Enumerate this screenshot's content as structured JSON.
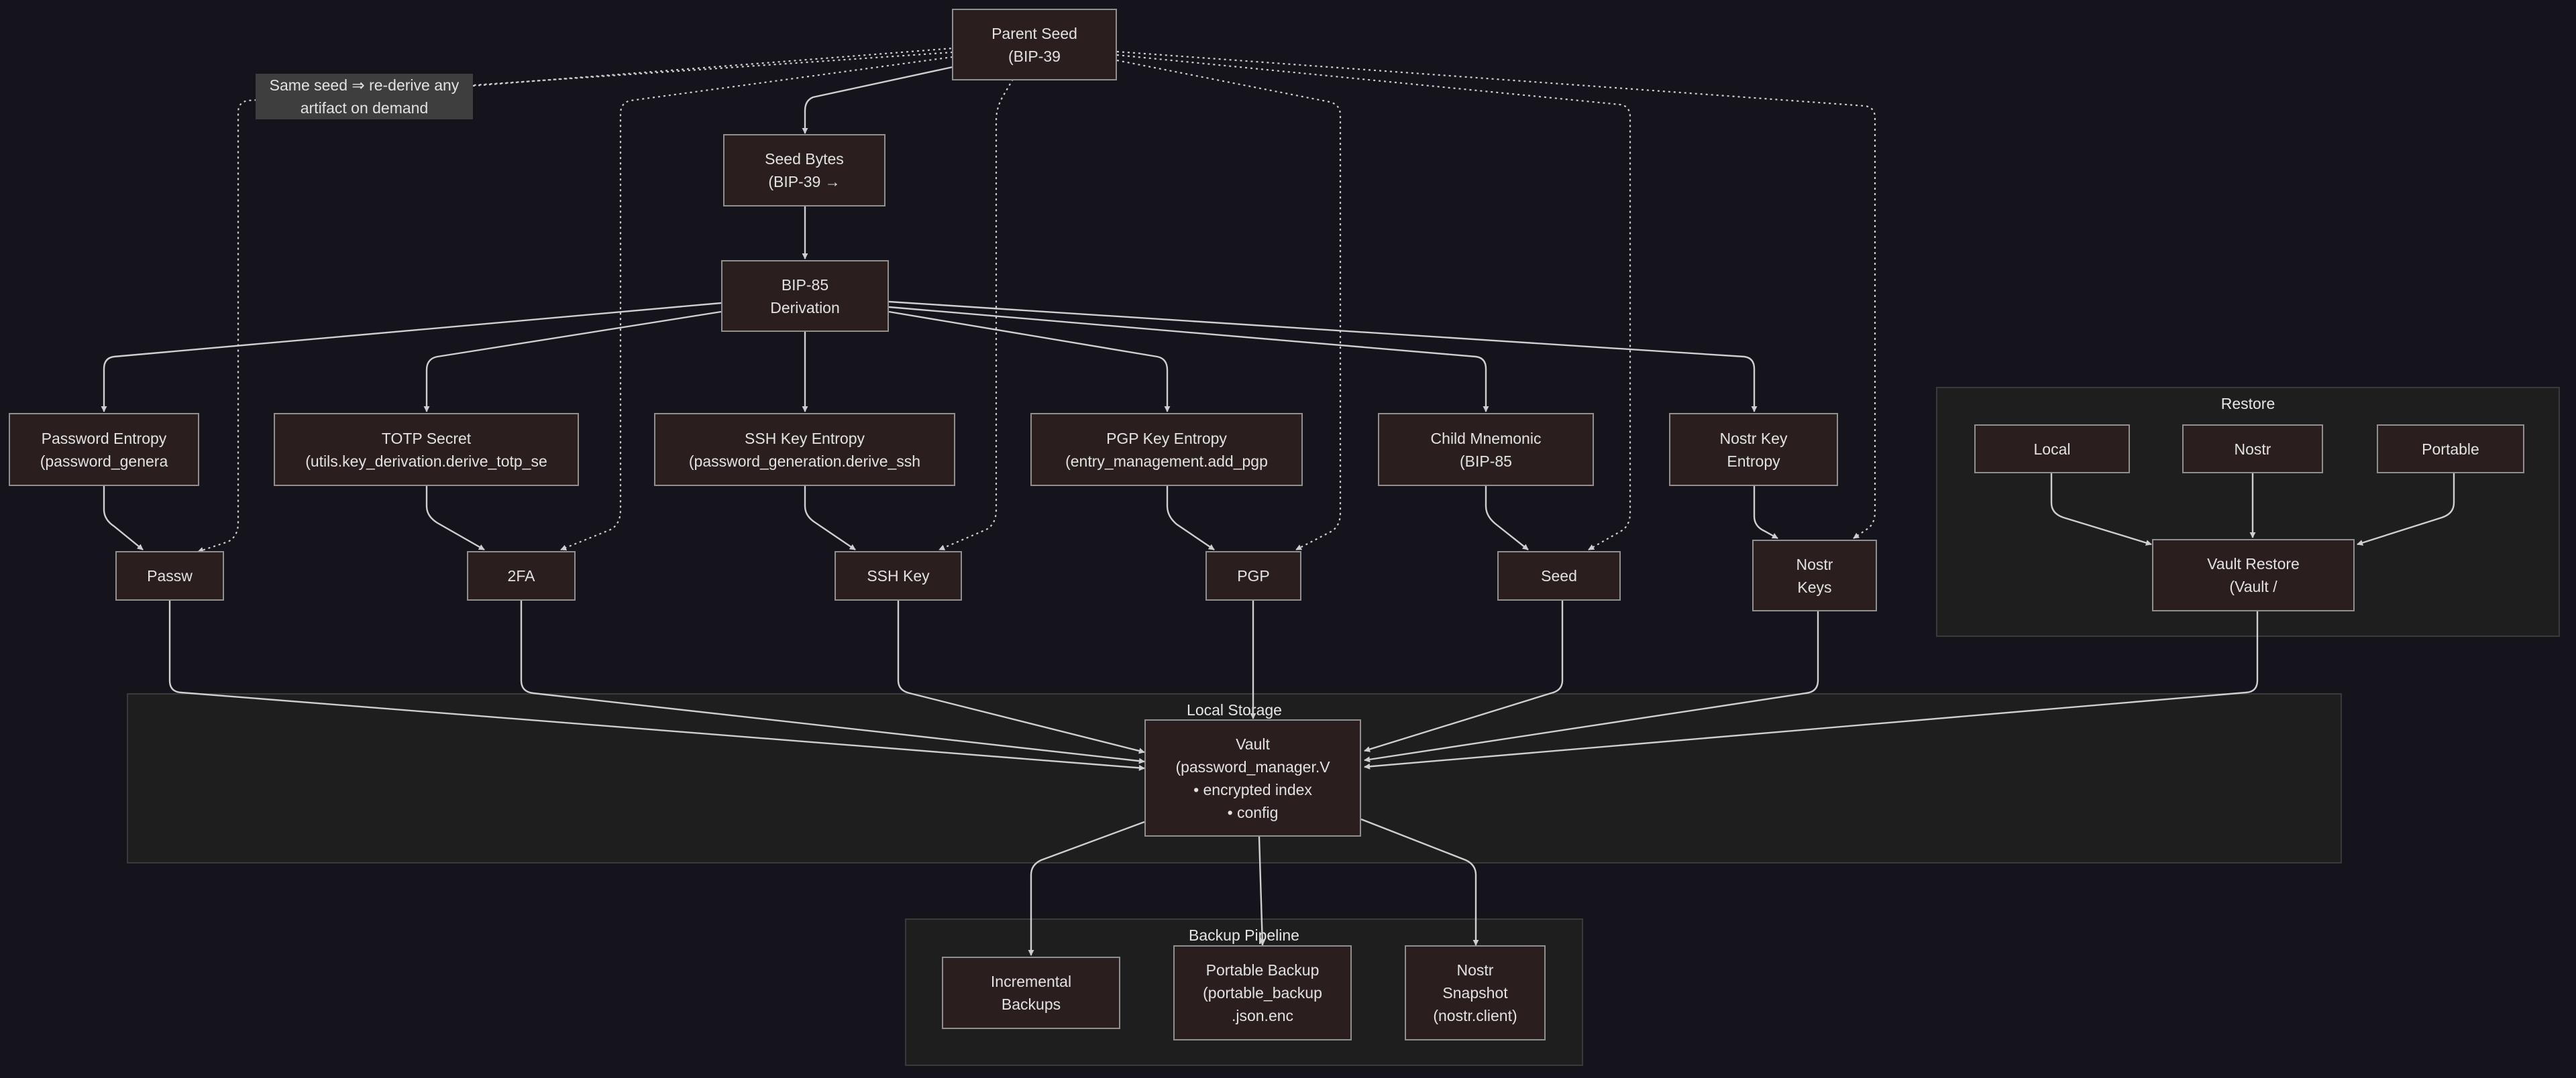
{
  "nodes": {
    "parent_seed": [
      "Parent Seed",
      "(BIP-39"
    ],
    "note": [
      "Same seed ⇒ re-derive any",
      "artifact on demand"
    ],
    "seed_bytes": [
      "Seed Bytes",
      "(BIP-39 →"
    ],
    "bip85": [
      "BIP-85",
      "Derivation"
    ],
    "password_entropy": [
      "Password Entropy",
      "(password_genera"
    ],
    "totp_secret": [
      "TOTP Secret",
      "(utils.key_derivation.derive_totp_se"
    ],
    "ssh_entropy": [
      "SSH Key Entropy",
      "(password_generation.derive_ssh"
    ],
    "pgp_entropy": [
      "PGP Key Entropy",
      "(entry_management.add_pgp"
    ],
    "child_mnemonic": [
      "Child Mnemonic",
      "(BIP-85"
    ],
    "nostr_entropy": [
      "Nostr Key",
      "Entropy"
    ],
    "password": [
      "Passw"
    ],
    "twofa": [
      "2FA"
    ],
    "ssh_key": [
      "SSH Key"
    ],
    "pgp": [
      "PGP"
    ],
    "seed": [
      "Seed"
    ],
    "nostr_keys": [
      "Nostr",
      "Keys"
    ],
    "vault": [
      "Vault",
      "(password_manager.V",
      "• encrypted index",
      "• config"
    ],
    "restore_local": [
      "Local"
    ],
    "restore_nostr": [
      "Nostr"
    ],
    "restore_portable": [
      "Portable"
    ],
    "vault_restore": [
      "Vault Restore",
      "(Vault /"
    ],
    "incremental": [
      "Incremental",
      "Backups"
    ],
    "portable_backup": [
      "Portable Backup",
      "(portable_backup",
      ".json.enc"
    ],
    "nostr_snapshot": [
      "Nostr",
      "Snapshot",
      "(nostr.client)"
    ]
  },
  "clusters": {
    "restore": "Restore",
    "local_storage": "Local Storage",
    "backup_pipeline": "Backup Pipeline"
  },
  "colors": {
    "background": "#15141d",
    "node_fill": "#2a1f1e",
    "node_border": "#8f8f8f",
    "cluster_fill": "#1e1e1e",
    "edge": "#cfcfcf",
    "note_fill": "#3e3e3e"
  },
  "edges": [
    {
      "from": "parent_seed",
      "to": "seed_bytes",
      "style": "solid"
    },
    {
      "from": "seed_bytes",
      "to": "bip85",
      "style": "solid"
    },
    {
      "from": "bip85",
      "to": "password_entropy",
      "style": "solid"
    },
    {
      "from": "bip85",
      "to": "totp_secret",
      "style": "solid"
    },
    {
      "from": "bip85",
      "to": "ssh_entropy",
      "style": "solid"
    },
    {
      "from": "bip85",
      "to": "pgp_entropy",
      "style": "solid"
    },
    {
      "from": "bip85",
      "to": "child_mnemonic",
      "style": "solid"
    },
    {
      "from": "bip85",
      "to": "nostr_entropy",
      "style": "solid"
    },
    {
      "from": "password_entropy",
      "to": "password",
      "style": "solid"
    },
    {
      "from": "totp_secret",
      "to": "twofa",
      "style": "solid"
    },
    {
      "from": "ssh_entropy",
      "to": "ssh_key",
      "style": "solid"
    },
    {
      "from": "pgp_entropy",
      "to": "pgp",
      "style": "solid"
    },
    {
      "from": "child_mnemonic",
      "to": "seed",
      "style": "solid"
    },
    {
      "from": "nostr_entropy",
      "to": "nostr_keys",
      "style": "solid"
    },
    {
      "from": "parent_seed",
      "to": "password",
      "style": "dotted"
    },
    {
      "from": "parent_seed",
      "to": "twofa",
      "style": "dotted"
    },
    {
      "from": "parent_seed",
      "to": "ssh_key",
      "style": "dotted"
    },
    {
      "from": "parent_seed",
      "to": "pgp",
      "style": "dotted"
    },
    {
      "from": "parent_seed",
      "to": "seed",
      "style": "dotted"
    },
    {
      "from": "parent_seed",
      "to": "nostr_keys",
      "style": "dotted"
    },
    {
      "from": "note",
      "to": "parent_seed",
      "style": "dotted"
    },
    {
      "from": "password",
      "to": "vault",
      "style": "solid"
    },
    {
      "from": "twofa",
      "to": "vault",
      "style": "solid"
    },
    {
      "from": "ssh_key",
      "to": "vault",
      "style": "solid"
    },
    {
      "from": "pgp",
      "to": "vault",
      "style": "solid"
    },
    {
      "from": "seed",
      "to": "vault",
      "style": "solid"
    },
    {
      "from": "nostr_keys",
      "to": "vault",
      "style": "solid"
    },
    {
      "from": "vault_restore",
      "to": "vault",
      "style": "solid"
    },
    {
      "from": "restore_local",
      "to": "vault_restore",
      "style": "solid"
    },
    {
      "from": "restore_nostr",
      "to": "vault_restore",
      "style": "solid"
    },
    {
      "from": "restore_portable",
      "to": "vault_restore",
      "style": "solid"
    },
    {
      "from": "vault",
      "to": "incremental",
      "style": "solid"
    },
    {
      "from": "vault",
      "to": "portable_backup",
      "style": "solid"
    },
    {
      "from": "vault",
      "to": "nostr_snapshot",
      "style": "solid"
    }
  ]
}
